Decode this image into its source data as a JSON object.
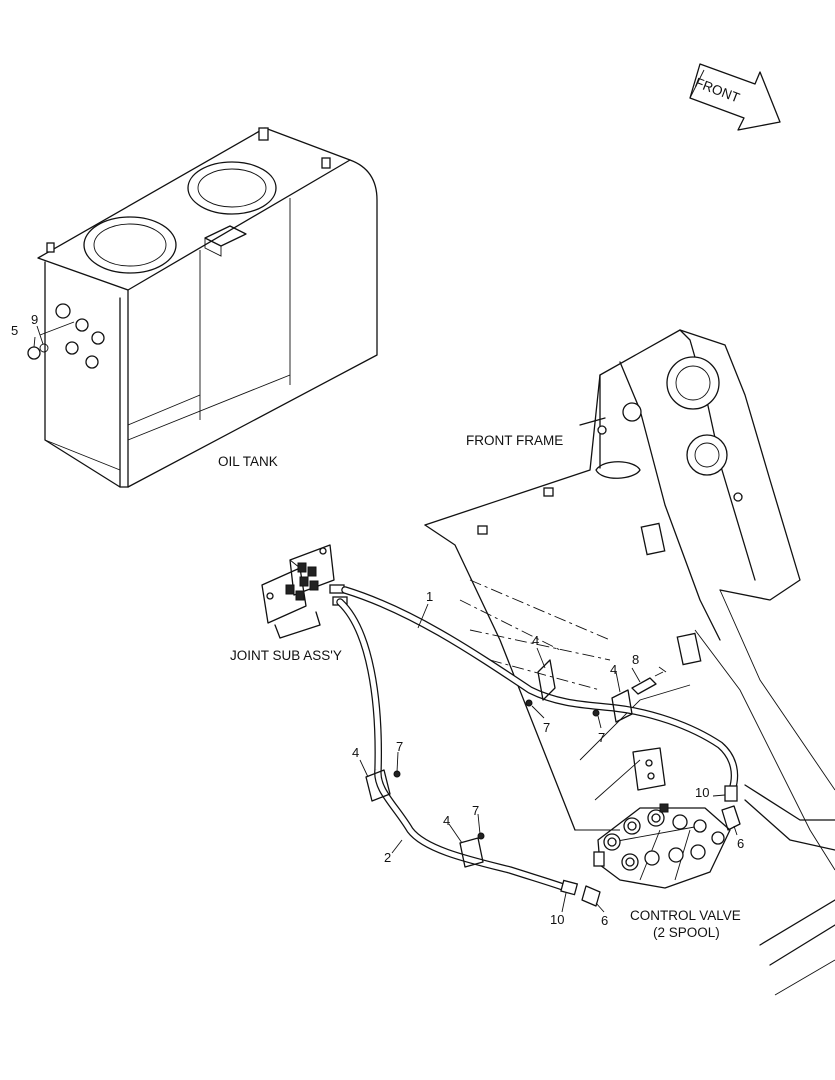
{
  "labels": {
    "front": "FRONT",
    "oil_tank": "OIL TANK",
    "front_frame": "FRONT FRAME",
    "joint_sub_assy": "JOINT SUB ASS'Y",
    "control_valve_line1": "CONTROL VALVE",
    "control_valve_line2": "(2 SPOOL)"
  },
  "callouts": {
    "c1": "1",
    "c2": "2",
    "c4a": "4",
    "c4b": "4",
    "c4c": "4",
    "c4d": "4",
    "c5": "5",
    "c6a": "6",
    "c6b": "6",
    "c7a": "7",
    "c7b": "7",
    "c7c": "7",
    "c7d": "7",
    "c8": "8",
    "c9": "9",
    "c10a": "10",
    "c10b": "10"
  }
}
